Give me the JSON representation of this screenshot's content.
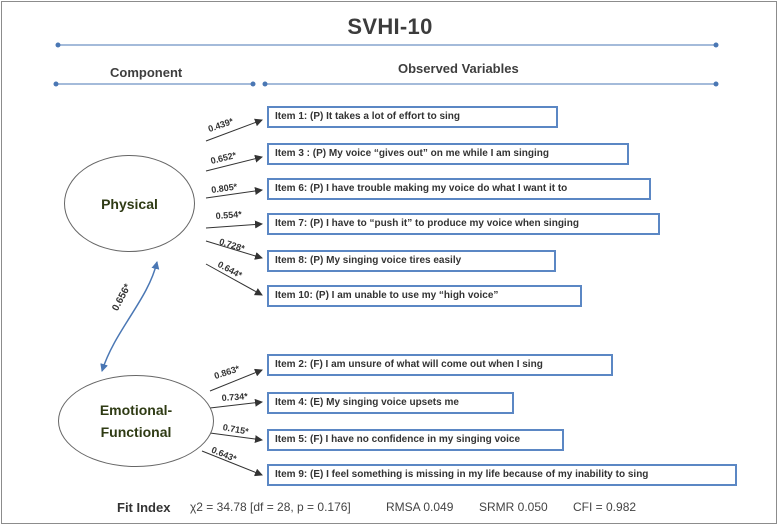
{
  "title": "SVHI-10",
  "headers": {
    "component": "Component",
    "observed": "Observed Variables"
  },
  "components": {
    "physical": "Physical",
    "emotional_line1": "Emotional-",
    "emotional_line2": "Functional"
  },
  "correlation": "0.656*",
  "items": [
    {
      "label": "Item 1: (P) It takes a lot of effort to sing",
      "loading": "0.439*"
    },
    {
      "label": "Item 3 : (P) My voice “gives out” on me while I am singing",
      "loading": "0.652*"
    },
    {
      "label": "Item 6: (P) I have trouble making my voice do what I want it to",
      "loading": "0.805*"
    },
    {
      "label": "Item 7: (P) I have to “push it” to produce my voice when singing",
      "loading": "0.554*"
    },
    {
      "label": "Item 8: (P) My singing voice tires easily",
      "loading": "0.728*"
    },
    {
      "label": "Item 10: (P) I am unable to use my “high voice”",
      "loading": "0.644*"
    },
    {
      "label": "Item 2: (F) I am unsure of what will come out when I sing",
      "loading": "0.863*"
    },
    {
      "label": "Item 4: (E) My singing voice upsets me",
      "loading": "0.734*"
    },
    {
      "label": "Item 5: (F) I have no confidence in my singing voice",
      "loading": "0.715*"
    },
    {
      "label": "Item 9: (E) I feel something is missing in my life because of my inability to sing",
      "loading": "0.643*"
    }
  ],
  "fit": {
    "label": "Fit Index",
    "chi2": "χ2 = 34.78 [df = 28, p = 0.176]",
    "rmsa": "RMSA 0.049",
    "srmr": "SRMR 0.050",
    "cfi": "CFI = 0.982"
  },
  "colors": {
    "line": "#4a77b4",
    "box_border": "#5b87c4",
    "arrow": "#333333"
  }
}
